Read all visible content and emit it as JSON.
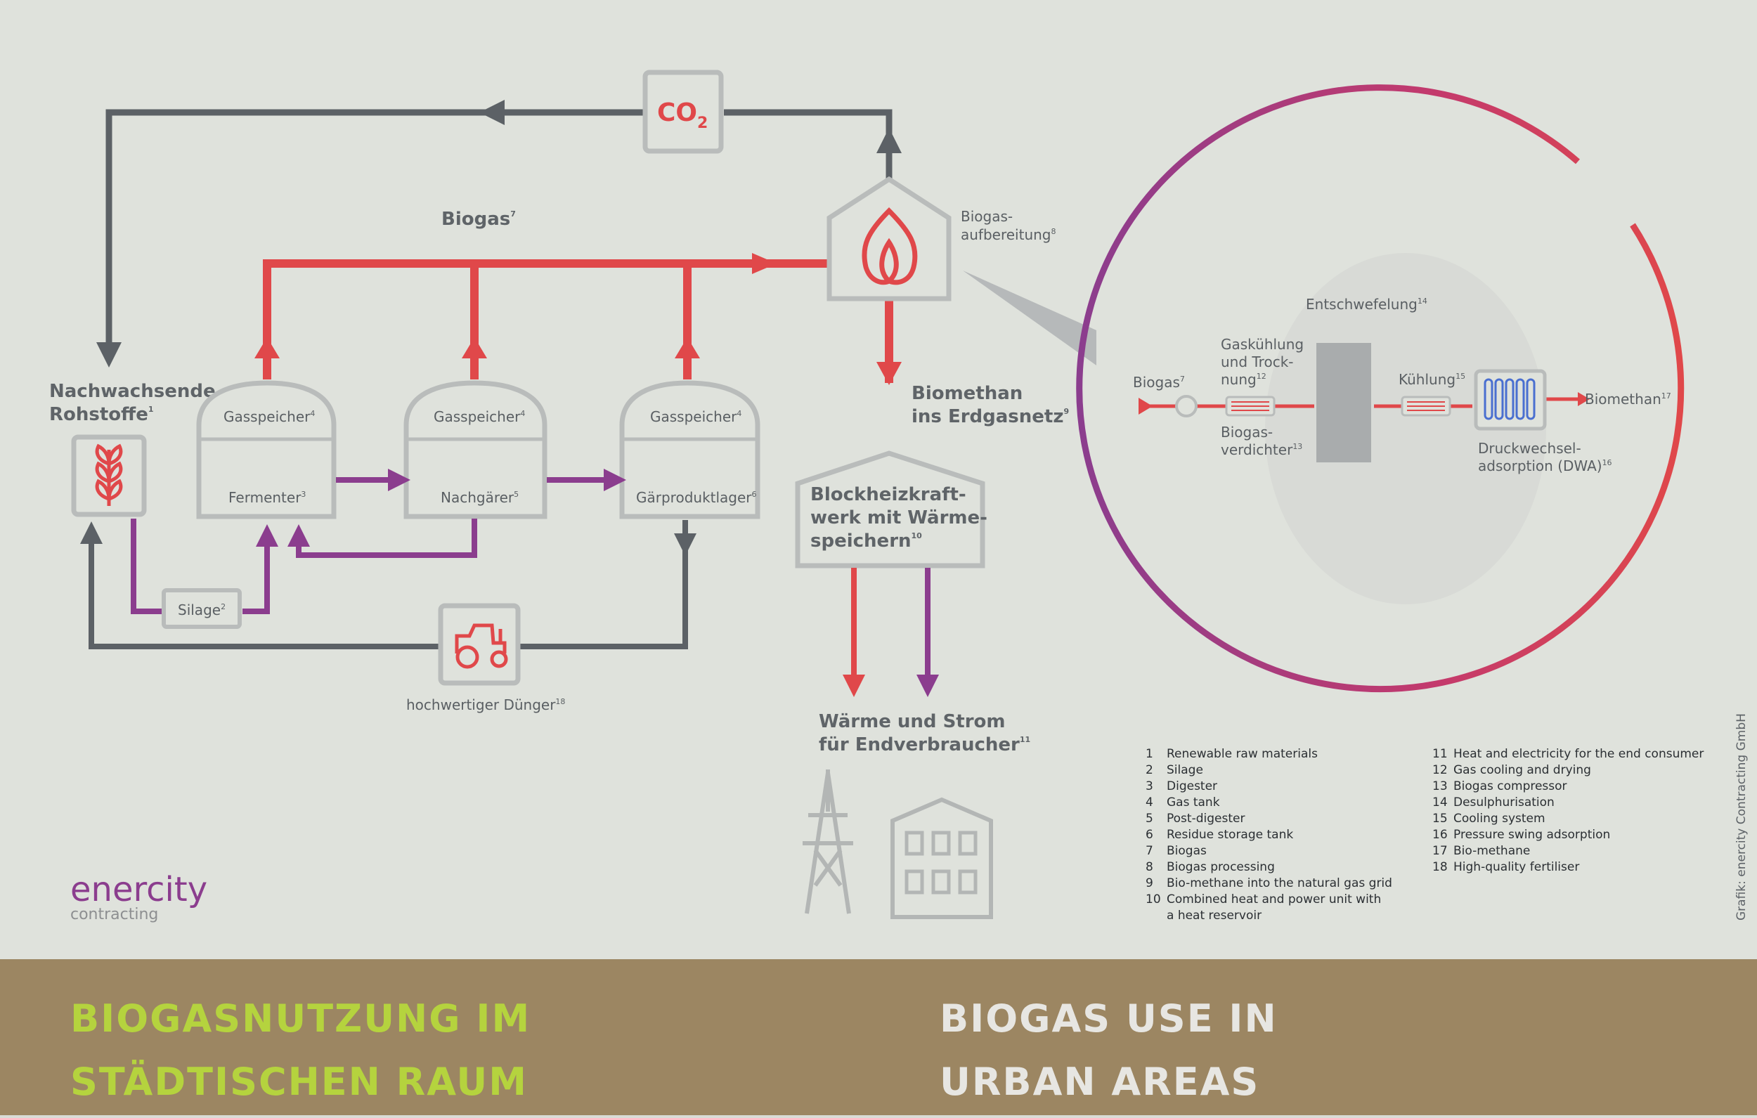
{
  "labels": {
    "co2": "CO",
    "co2_sub": "2",
    "biogas": "Biogas",
    "biogas_sup": "7",
    "biogas_processing_1": "Biogas-",
    "biogas_processing_2": "aufbereitung",
    "biogas_processing_sup": "8",
    "raw_materials_1": "Nachwachsende",
    "raw_materials_2": "Rohstoffe",
    "raw_materials_sup": "1",
    "gasspeicher": "Gasspeicher",
    "gasspeicher_sup": "4",
    "fermenter": "Fermenter",
    "fermenter_sup": "3",
    "nachgaerer": "Nachgärer",
    "nachgaerer_sup": "5",
    "gaerproduktlager": "Gärproduktlager",
    "gaerproduktlager_sup": "6",
    "silage": "Silage",
    "silage_sup": "2",
    "duenger": "hochwertiger Dünger",
    "duenger_sup": "18",
    "biomethan_1": "Biomethan",
    "biomethan_2": "ins Erdgasnetz",
    "biomethan_sup": "9",
    "bhkw_1": "Blockheizkraft-",
    "bhkw_2": "werk mit Wärme-",
    "bhkw_3": "speichern",
    "bhkw_sup": "10",
    "endverbraucher_1": "Wärme und Strom",
    "endverbraucher_2": "für Endverbraucher",
    "endverbraucher_sup": "11"
  },
  "detail": {
    "entschwefelung": "Entschwefelung",
    "entschwefelung_sup": "14",
    "biogas_in": "Biogas",
    "biogas_in_sup": "7",
    "gaskuehlung_1": "Gaskühlung",
    "gaskuehlung_2": "und Trock-",
    "gaskuehlung_3": "nung",
    "gaskuehlung_sup": "12",
    "verdichter_1": "Biogas-",
    "verdichter_2": "verdichter",
    "verdichter_sup": "13",
    "kuehlung": "Kühlung",
    "kuehlung_sup": "15",
    "biomethan_out": "Biomethan",
    "biomethan_out_sup": "17",
    "dwa_1": "Druckwechsel-",
    "dwa_2": "adsorption (DWA)",
    "dwa_sup": "16"
  },
  "legend_left": [
    {
      "n": "1",
      "t": "Renewable raw materials"
    },
    {
      "n": "2",
      "t": "Silage"
    },
    {
      "n": "3",
      "t": "Digester"
    },
    {
      "n": "4",
      "t": "Gas tank"
    },
    {
      "n": "5",
      "t": "Post-digester"
    },
    {
      "n": "6",
      "t": "Residue storage tank"
    },
    {
      "n": "7",
      "t": "Biogas"
    },
    {
      "n": "8",
      "t": "Biogas processing"
    },
    {
      "n": "9",
      "t": "Bio-methane into the natural gas grid"
    },
    {
      "n": "10",
      "t": "Combined heat and power unit with"
    },
    {
      "n": "",
      "t": "a heat reservoir"
    }
  ],
  "legend_right": [
    {
      "n": "11",
      "t": "Heat and electricity for the end consumer"
    },
    {
      "n": "12",
      "t": "Gas cooling and drying"
    },
    {
      "n": "13",
      "t": "Biogas compressor"
    },
    {
      "n": "14",
      "t": "Desulphurisation"
    },
    {
      "n": "15",
      "t": "Cooling system"
    },
    {
      "n": "16",
      "t": "Pressure swing adsorption"
    },
    {
      "n": "17",
      "t": "Bio-methane"
    },
    {
      "n": "18",
      "t": "High-quality fertiliser"
    }
  ],
  "brand": {
    "name": "enercity",
    "sub": "contracting"
  },
  "credit": "Grafik: enercity Contracting GmbH",
  "banner": {
    "de_line1": "BIOGASNUTZUNG IM",
    "de_line2": "STÄDTISCHEN RAUM",
    "en_line1": "BIOGAS USE IN",
    "en_line2": "URBAN AREAS"
  },
  "colors": {
    "red": "#e0484a",
    "purple": "#8b3d8e",
    "gray": "#5c6166",
    "box": "#b9bcbb",
    "banner": "#9c8662",
    "green": "#b5d33e"
  }
}
